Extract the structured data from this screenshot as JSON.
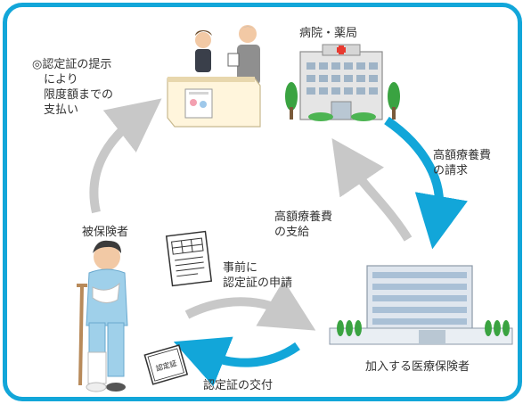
{
  "labels": {
    "hospital": "病院・薬局",
    "present_cert": "◎認定証の提示\n　により\n　限度額までの\n　支払い",
    "insured": "被保険者",
    "high_cost_claim": "高額療養費\nの請求",
    "high_cost_payment": "高額療養費\nの支給",
    "apply": "事前に\n認定証の申請",
    "insurer": "加入する医療保険者",
    "issue": "認定証の交付"
  },
  "icons": {
    "hospital": "hospital-building-icon",
    "reception": "reception-counter-icon",
    "patient": "injured-patient-icon",
    "insurer": "office-building-icon",
    "application_form": "application-form-icon",
    "certificate": "certificate-card-icon",
    "card_text": "認定証"
  },
  "colors": {
    "frame": "#12a6d9",
    "blue_arrow": "#12a6d9",
    "gray_arrow": "#c8c8c8",
    "hospital_cross": "#e83a30",
    "tree": "#3aa341"
  }
}
